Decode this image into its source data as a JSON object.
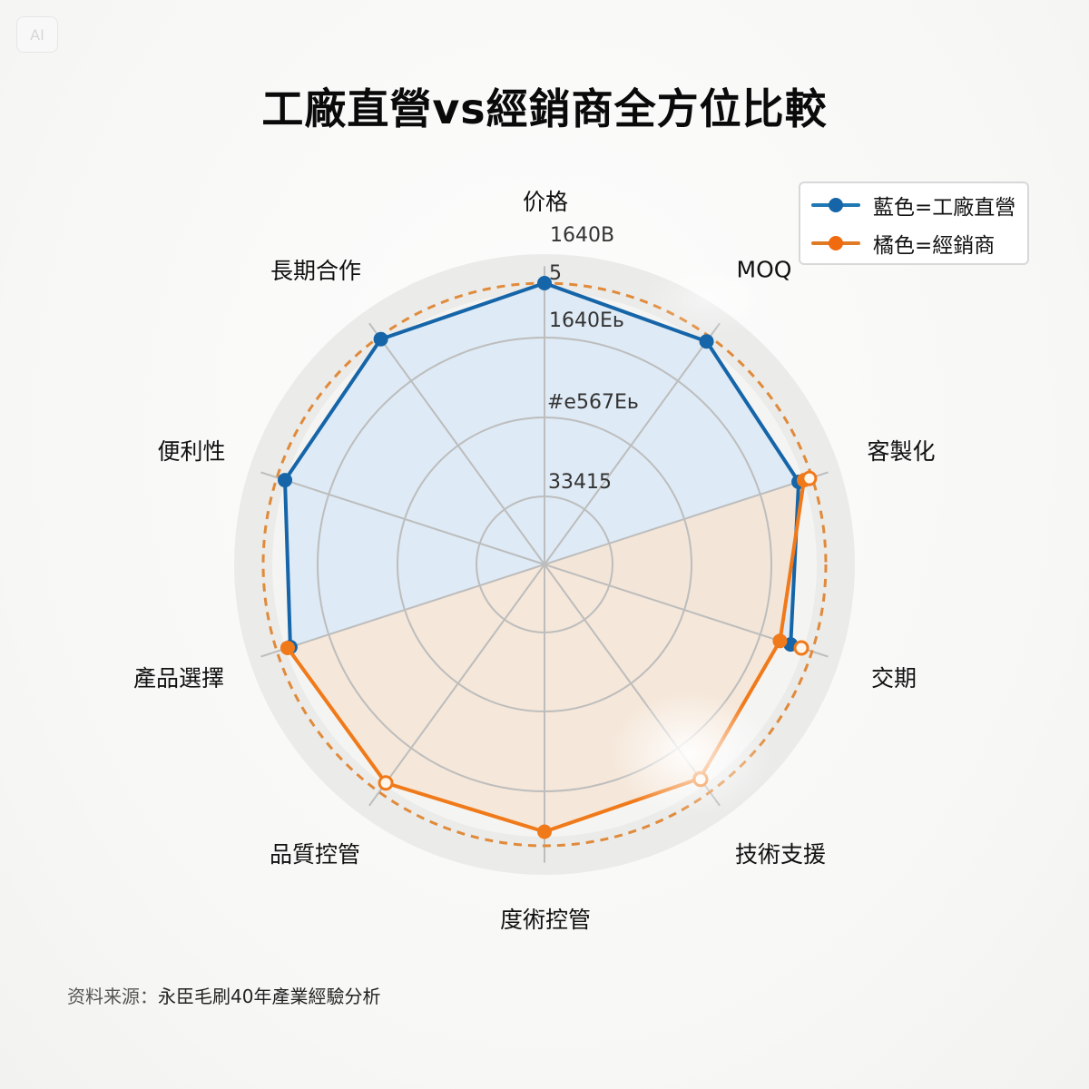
{
  "badge": {
    "text": "AI"
  },
  "title": "工廠直營vs經銷商全方位比較",
  "legend": {
    "items": [
      {
        "label": "藍色=工廠直營",
        "color": "#1565a8"
      },
      {
        "label": "橘色=經銷商",
        "color": "#f07a1a"
      }
    ]
  },
  "tick_labels": [
    "1640B",
    "5",
    "1640Eь",
    "#e567Eь",
    "33415"
  ],
  "source": {
    "prefix": "资料来源：",
    "text": "永臣毛刷40年產業經驗分析"
  },
  "colors": {
    "blue": "#1565a8",
    "blue_fill": "#dbe9f5",
    "orange": "#f07a1a",
    "orange_dashed": "#e08a3a",
    "orange_fill": "#f5e6d6",
    "grid": "#b8b8b8",
    "outer_disk": "#e9e9e9"
  },
  "chart_data": {
    "type": "radar",
    "title": "工廠直營vs經銷商全方位比較",
    "categories": [
      "价格",
      "MOQ",
      "客製化",
      "交期",
      "技術支援",
      "度術控管",
      "品質控管",
      "產品選擇",
      "便利性",
      "長期合作"
    ],
    "rlim": [
      0,
      5
    ],
    "grid_rings": 4,
    "tick_labels": [
      "1640B",
      "5",
      "1640Eь",
      "#e567Eь",
      "33415"
    ],
    "series": [
      {
        "name": "藍色=工廠直營",
        "color": "#1565a8",
        "values": [
          5.0,
          4.9,
          4.75,
          4.6,
          null,
          null,
          null,
          4.75,
          4.85,
          4.95
        ]
      },
      {
        "name": "橘色=經銷商",
        "color": "#f07a1a",
        "values": [
          null,
          null,
          4.85,
          4.4,
          4.7,
          4.75,
          4.8,
          4.8,
          null,
          null
        ]
      }
    ],
    "reference_circle": {
      "name": "經銷商 (dashed)",
      "value": 5.0,
      "style": "dashed",
      "color": "#e08a3a"
    },
    "legend_position": "top-right",
    "grid": true
  }
}
